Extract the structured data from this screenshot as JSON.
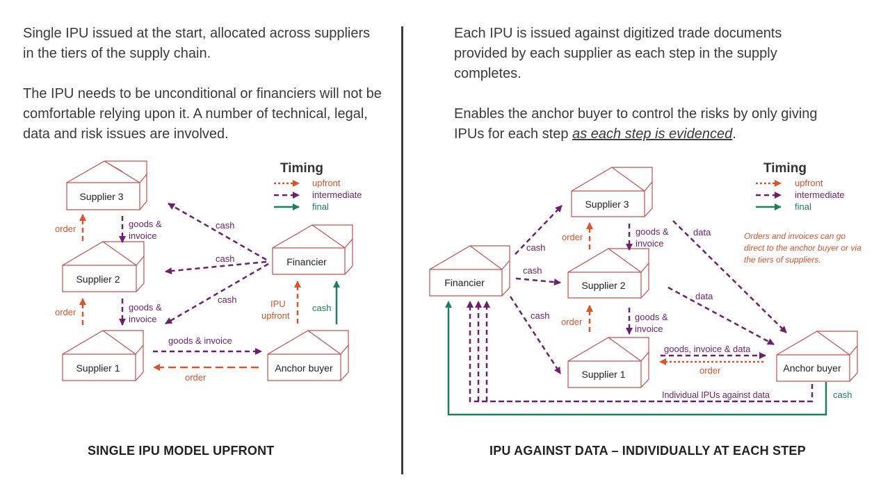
{
  "left": {
    "para1": "Single IPU issued at the start, allocated across suppliers in the tiers of the supply chain.",
    "para2": "The IPU needs to be unconditional or financiers will not be comfortable relying upon it. A number of technical, legal, data and risk issues are involved.",
    "caption": "SINGLE IPU MODEL UPFRONT",
    "boxes": {
      "supplier3": "Supplier 3",
      "supplier2": "Supplier 2",
      "supplier1": "Supplier 1",
      "financier": "Financier",
      "anchor": "Anchor buyer"
    },
    "labels": {
      "order_a": "order",
      "order_b": "order",
      "goods1_a": "goods &",
      "goods1_b": "invoice",
      "goods2_a": "goods &",
      "goods2_b": "invoice",
      "cash1": "cash",
      "cash2": "cash",
      "cash3": "cash",
      "goods_invoice": "goods & invoice",
      "order_bottom": "order",
      "ipu_a": "IPU",
      "ipu_b": "upfront",
      "cash_final": "cash"
    },
    "timing": {
      "title": "Timing",
      "upfront": "upfront",
      "intermediate": "intermediate",
      "final": "final"
    }
  },
  "right": {
    "para1": "Each IPU is issued against digitized trade documents provided by each supplier as each step in the supply completes.",
    "para2_a": "Enables the anchor buyer to control the risks by only giving IPUs for each step ",
    "para2_em": "as each step is evidenced",
    "para2_b": ".",
    "caption": "IPU AGAINST DATA – INDIVIDUALLY AT EACH STEP",
    "boxes": {
      "supplier3": "Supplier 3",
      "supplier2": "Supplier 2",
      "supplier1": "Supplier 1",
      "financier": "Financier",
      "anchor": "Anchor buyer"
    },
    "labels": {
      "cash1": "cash",
      "cash2": "cash",
      "cash3": "cash",
      "order_a": "order",
      "order_b": "order",
      "goods1_a": "goods &",
      "goods1_b": "invoice",
      "goods2_a": "goods &",
      "goods2_b": "invoice",
      "data1": "data",
      "data2": "data",
      "goods_invoice_data": "goods, invoice & data",
      "order_bottom": "order",
      "individual_ipus": "Individual IPUs against data",
      "cash_final": "cash"
    },
    "timing": {
      "title": "Timing",
      "upfront": "upfront",
      "intermediate": "intermediate",
      "final": "final"
    },
    "note_1": "Orders and invoices can go",
    "note_2": "direct to the anchor buyer or via",
    "note_3": "the tiers of suppliers."
  },
  "colors": {
    "upfront": "#d9532c",
    "intermediate": "#6b1f6e",
    "final": "#1e7f5c",
    "box": "#c0504d",
    "text": "#3a3a3a"
  }
}
